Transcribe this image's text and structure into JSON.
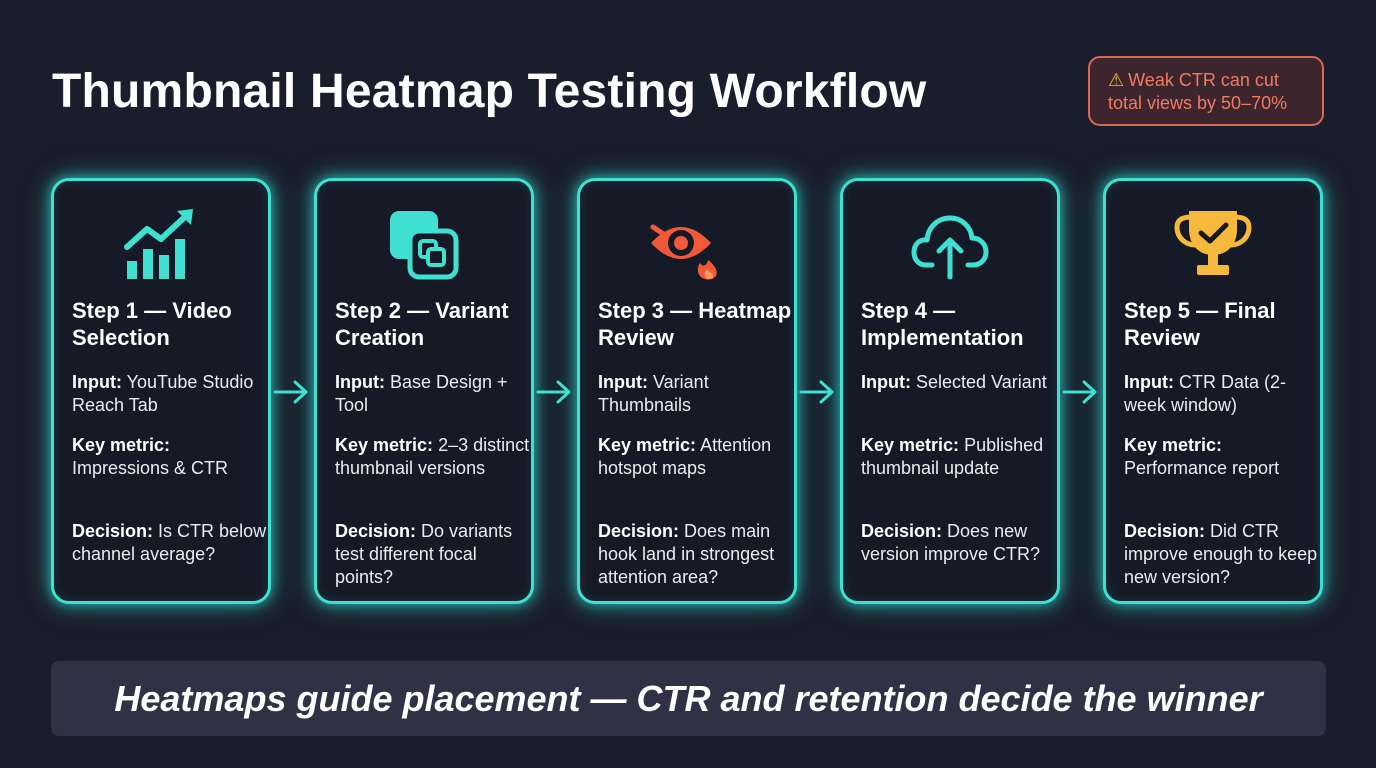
{
  "title": "Thumbnail Heatmap Testing Workflow",
  "warning": {
    "icon": "warning-icon",
    "icon_glyph": "⚠",
    "line1": "Weak CTR can cut",
    "line2": "total views by 50–70%"
  },
  "steps": [
    {
      "icon": "growth-chart-icon",
      "title": "Step 1 — Video Selection",
      "input_label": "Input:",
      "input_value": "YouTube Studio Reach Tab",
      "metric_label": "Key metric:",
      "metric_value": "Impressions & CTR",
      "decision_label": "Decision:",
      "decision_value": "Is CTR below channel average?"
    },
    {
      "icon": "duplicate-variants-icon",
      "title": "Step 2 — Variant Creation",
      "input_label": "Input:",
      "input_value": "Base Design + Tool",
      "metric_label": "Key metric:",
      "metric_value": "2–3 distinct thumbnail versions",
      "decision_label": "Decision:",
      "decision_value": "Do variants test different focal points?"
    },
    {
      "icon": "eye-heat-icon",
      "title": "Step 3 — Heatmap Review",
      "input_label": "Input:",
      "input_value": "Variant Thumbnails",
      "metric_label": "Key metric:",
      "metric_value": "Attention hotspot maps",
      "decision_label": "Decision:",
      "decision_value": "Does main hook land in strongest attention area?"
    },
    {
      "icon": "cloud-upload-icon",
      "title": "Step 4 — Implementation",
      "input_label": "Input:",
      "input_value": "Selected Variant",
      "metric_label": "Key metric:",
      "metric_value": "Published thumbnail update",
      "decision_label": "Decision:",
      "decision_value": "Does new version improve CTR?"
    },
    {
      "icon": "trophy-icon",
      "title": "Step 5 — Final Review",
      "input_label": "Input:",
      "input_value": "CTR Data (2-week window)",
      "metric_label": "Key metric:",
      "metric_value": "Performance report",
      "decision_label": "Decision:",
      "decision_value": "Did CTR improve enough to keep new version?"
    }
  ],
  "banner": "Heatmaps guide placement — CTR and retention decide the winner",
  "colors": {
    "accent": "#3fe0d2",
    "warning": "#f07a62",
    "fire": "#f05a3a",
    "trophy": "#f6b93b",
    "background": "#1a1d2b"
  }
}
